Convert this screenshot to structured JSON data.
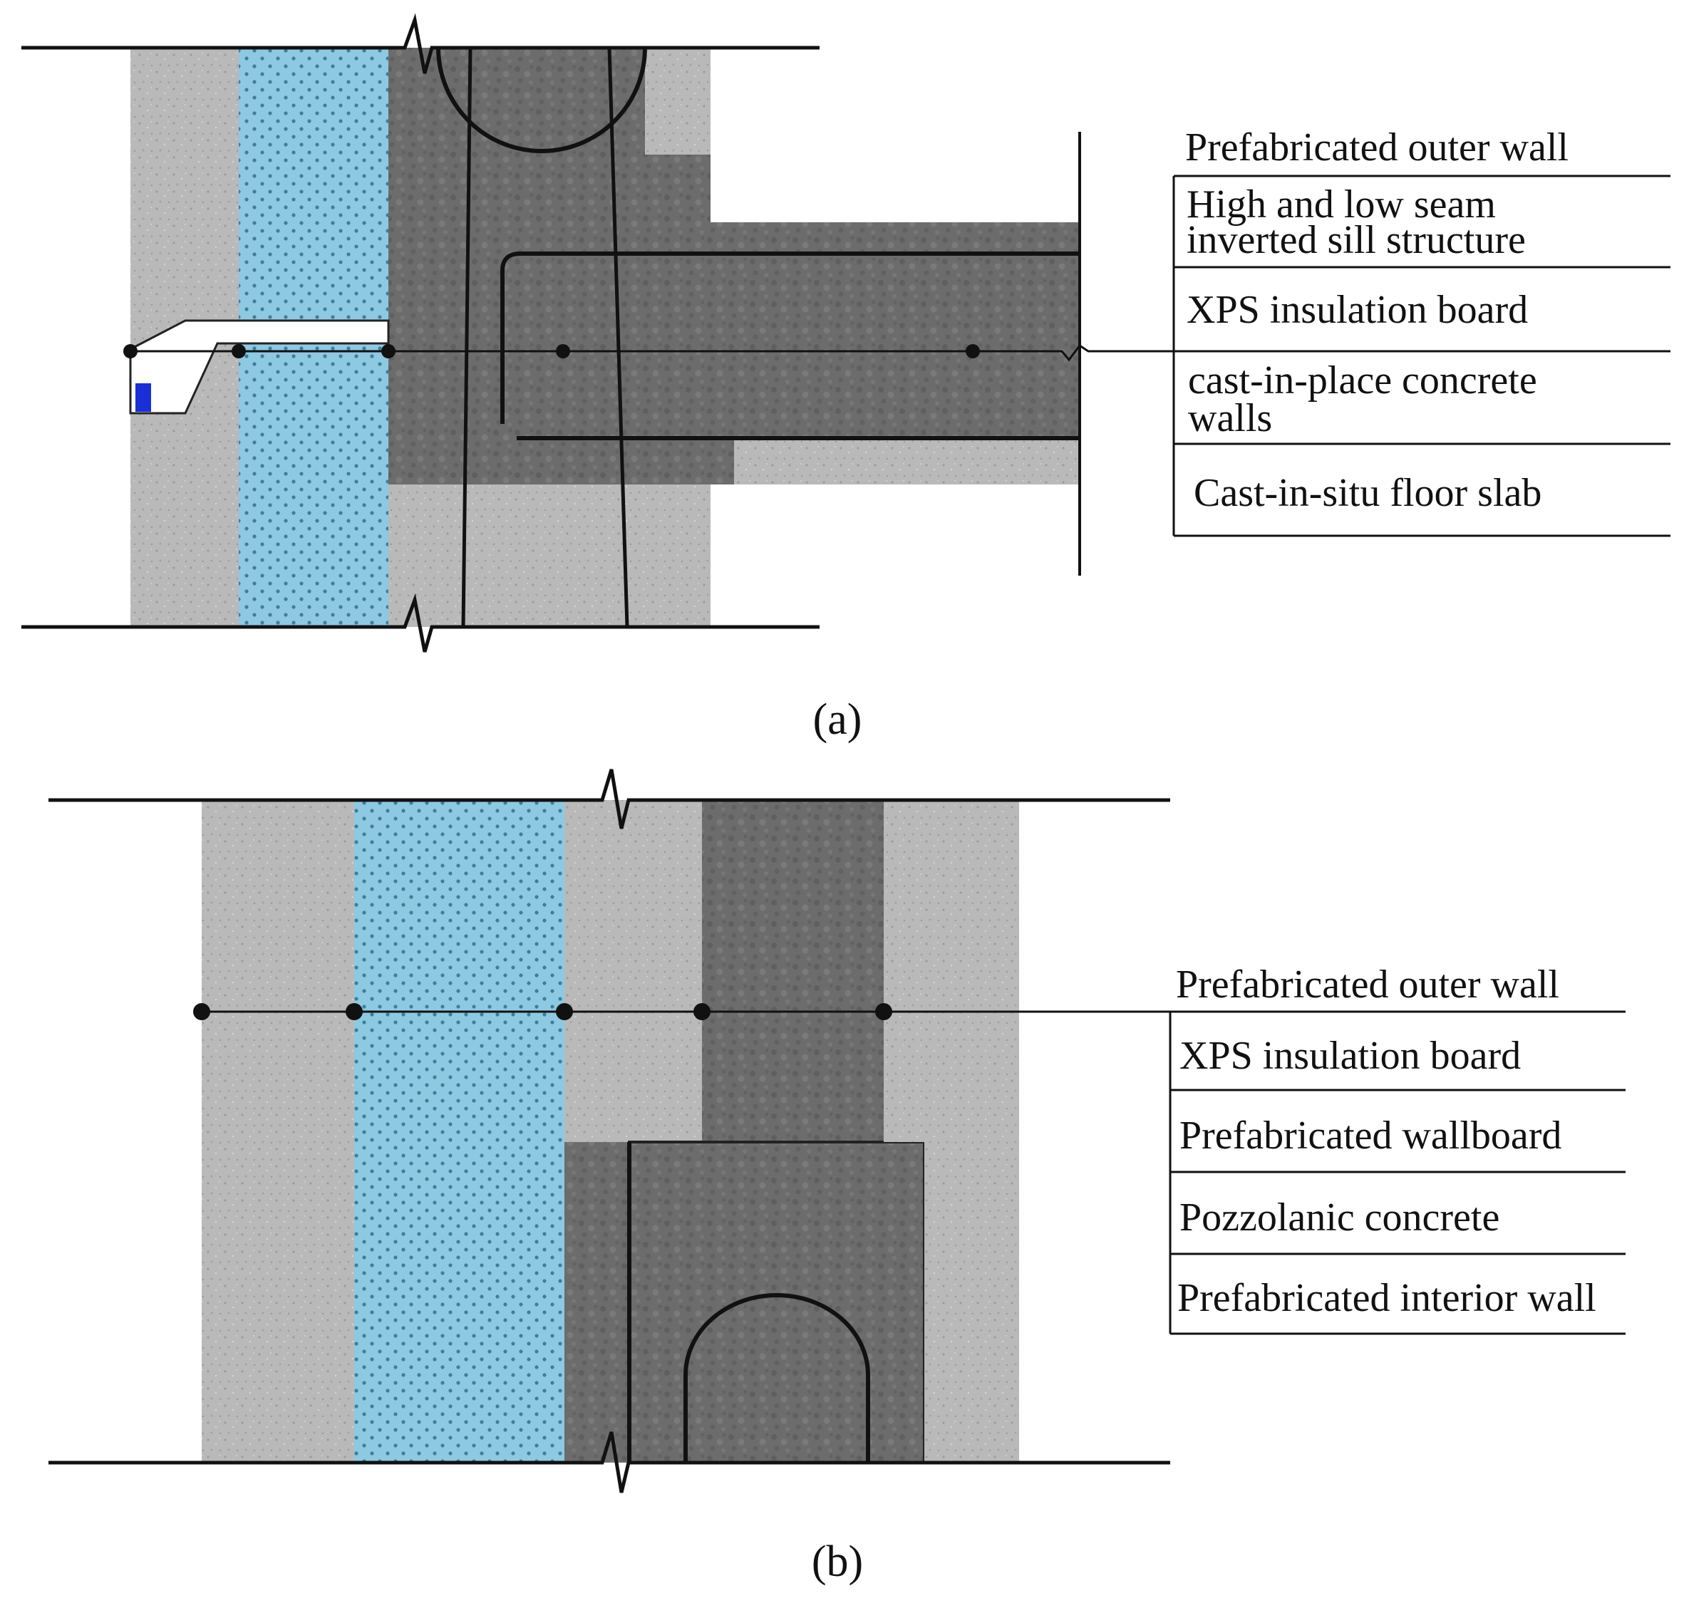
{
  "figure_a": {
    "caption": "(a)",
    "legend": [
      [
        "Prefabricated outer wall"
      ],
      [
        "High and low seam",
        "inverted sill structure"
      ],
      [
        "XPS insulation board"
      ],
      [
        "cast-in-place concrete",
        "walls"
      ],
      [
        "Cast-in-situ floor slab"
      ]
    ]
  },
  "figure_b": {
    "caption": "(b)",
    "legend": [
      [
        "Prefabricated outer wall"
      ],
      [
        "XPS insulation board"
      ],
      [
        "Prefabricated wallboard"
      ],
      [
        "Pozzolanic concrete"
      ],
      [
        "Prefabricated interior wall"
      ]
    ]
  },
  "colors": {
    "precast_concrete": "#b7b7b7",
    "cast_concrete": "#6e6e6e",
    "xps_insulation": "#8ec9e2",
    "seal_strip": "#1a2fd6",
    "line": "#111111"
  }
}
